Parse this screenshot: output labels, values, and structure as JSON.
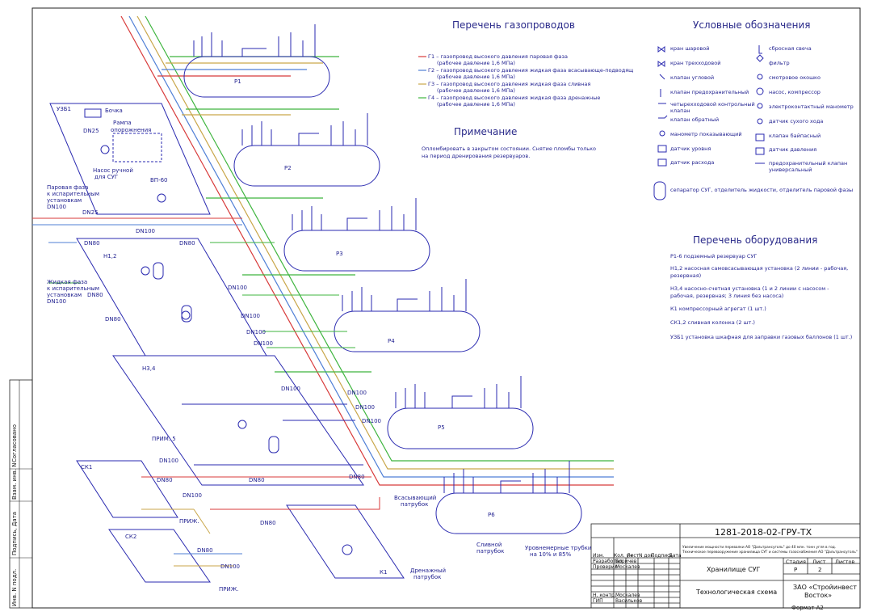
{
  "pipelines": {
    "title": "Перечень газопроводов",
    "items": [
      {
        "code": "Г1",
        "line1": "газопровод высокого давления паровая фаза",
        "line2": "(рабочее давление 1,6 МПа)",
        "color": "#d83a3a"
      },
      {
        "code": "Г2",
        "line1": "газопровод высокого давления жидкая фаза всасывающе-подводящ",
        "line2": "(рабочее давление 1,6 МПа)",
        "color": "#4f7fd6"
      },
      {
        "code": "Г3",
        "line1": "газопровод высокого давления жидкая фаза сливная",
        "line2": "(рабочее давление 1,6 МПа)",
        "color": "#c9a64a"
      },
      {
        "code": "Г4",
        "line1": "газопровод высокого давления жидкая фаза дренажные",
        "line2": "(рабочее давление 1,6 МПа)",
        "color": "#3fb53f"
      }
    ]
  },
  "note": {
    "title": "Примечание",
    "line1": "Опломбировать в закрытом состоянии. Снятие пломбы только",
    "line2": "на период дренирования резервуаров."
  },
  "legend": {
    "title": "Условные обозначения",
    "left": [
      "кран шаровой",
      "кран трехходовой",
      "клапан угловой",
      "клапан предохранительный",
      "четырехходовой контрольный",
      "клапан",
      "клапан обратный",
      "манометр показывающий",
      "датчик уровня",
      "датчик расхода"
    ],
    "right": [
      "сбросная свеча",
      "фильтр",
      "смотровое окошко",
      "насос, компрессор",
      "электроконтактный манометр",
      "датчик сухого хода",
      "клапан байпасный",
      "датчик давления",
      "предохранительный клапан",
      "универсальный"
    ],
    "separator": "сепаратор СУГ, отделитель жидкости, отделитель паровой фазы"
  },
  "equipment": {
    "title": "Перечень оборудования",
    "items": [
      "Р1-6 подземный резервуар СУГ",
      "Н1,2 насосная самовсасывающая установка (2 линии - рабочая,",
      "резервная)",
      "Н3,4 насосно-счетная установка (1 и 2 линии с насосом -",
      "рабочая, резервная; 3 линия без насоса)",
      "К1 компрессорный агрегат (1 шт.)",
      "СК1,2 сливная колонка (2 шт.)",
      "УЗБ1 установка шкафная для заправки газовых баллонов (1 шт.)"
    ]
  },
  "tanks": [
    "Р1",
    "Р2",
    "Р3",
    "Р4",
    "Р5",
    "Р6"
  ],
  "labels": {
    "uzb1": "УЗБ1",
    "bochka": "Бочка",
    "ramp_a": "Рампа",
    "ramp_b": "опорожнения",
    "dn25a": "DN25",
    "pump_a": "Насос ручной",
    "pump_b": "для СУГ",
    "vp60": "ВП-60",
    "vapor_a": "Паровая фаза",
    "vapor_b": "к испарительным",
    "vapor_c": "установкам",
    "vapor_d": "DN100",
    "dn25b": "DN25",
    "liq_a": "Жидкая фаза",
    "liq_b": "к испарительным",
    "liq_c": "установкам",
    "liq_d": "DN100",
    "dn100a": "DN100",
    "dn80a": "DN80",
    "dn80b": "DN80",
    "n12": "Н1,2",
    "dn100b": "DN100",
    "dn80c": "DN80",
    "dn80d": "DN80",
    "dn100c": "DN100",
    "dn100d": "DN100",
    "dn100e": "DN100",
    "n34": "Н3,4",
    "dn100f": "DN100",
    "dn100g": "DN100",
    "dn100h": "DN100",
    "dn100i": "DN100",
    "prim1": "ПРИМ. 5",
    "dn100j": "DN100",
    "ck1": "СК1",
    "dn80e": "DN80",
    "dn80f": "DN80",
    "dn80g": "DN80",
    "dn100k": "DN100",
    "prim2": "ПРИЖ.",
    "dn80h": "DN80",
    "ck2": "СК2",
    "dn80i": "DN80",
    "dn100l": "DN100",
    "prim3": "ПРИЖ.",
    "k1": "К1",
    "suction_a": "Всасывающий",
    "suction_b": "патрубок",
    "drain_a": "Дренажный",
    "drain_b": "патрубок",
    "drain2_a": "Сливной",
    "drain2_b": "патрубок",
    "level_a": "Уровнемерные трубки",
    "level_b": "на 10% и 85%"
  },
  "stamp": {
    "code": "1281-2018-02-ГРУ-ТХ",
    "desc1": "Увеличение мощности перевалки АО \"Дальтрансуголь\" до 40 млн. тонн угля в год.",
    "desc2": "Техническое перевооружение хранилища СУГ и системы газоснабжения АО \"Дальтрансуголь\"",
    "col_izm": "Изм.",
    "col_kol": "Кол. уч",
    "col_list": "Лист",
    "col_doc": "N док.",
    "col_sign": "Подпись",
    "col_date": "Дата",
    "row_razrab": "Разработал",
    "name_razrab": "Боричев",
    "row_prov": "Проверил",
    "name_prov": "Москалев",
    "row_nkontr": "Н. контр.",
    "name_nkontr": "Москалев",
    "row_gip": "ГИП",
    "name_gip": "Васильков",
    "object": "Хранилище СУГ",
    "sheet_title": "Технологическая схема",
    "stage_h": "Стадия",
    "list_h": "Лист",
    "lists_h": "Листов",
    "stage": "Р",
    "list": "2",
    "company_a": "ЗАО «Стройинвест",
    "company_b": "Восток»",
    "format": "Формат А2"
  },
  "side": {
    "soglas": "Согласовано",
    "vzam": "Взам. инв. N",
    "podpis": "Подпись, Дата",
    "inv": "Инв. N подл."
  }
}
